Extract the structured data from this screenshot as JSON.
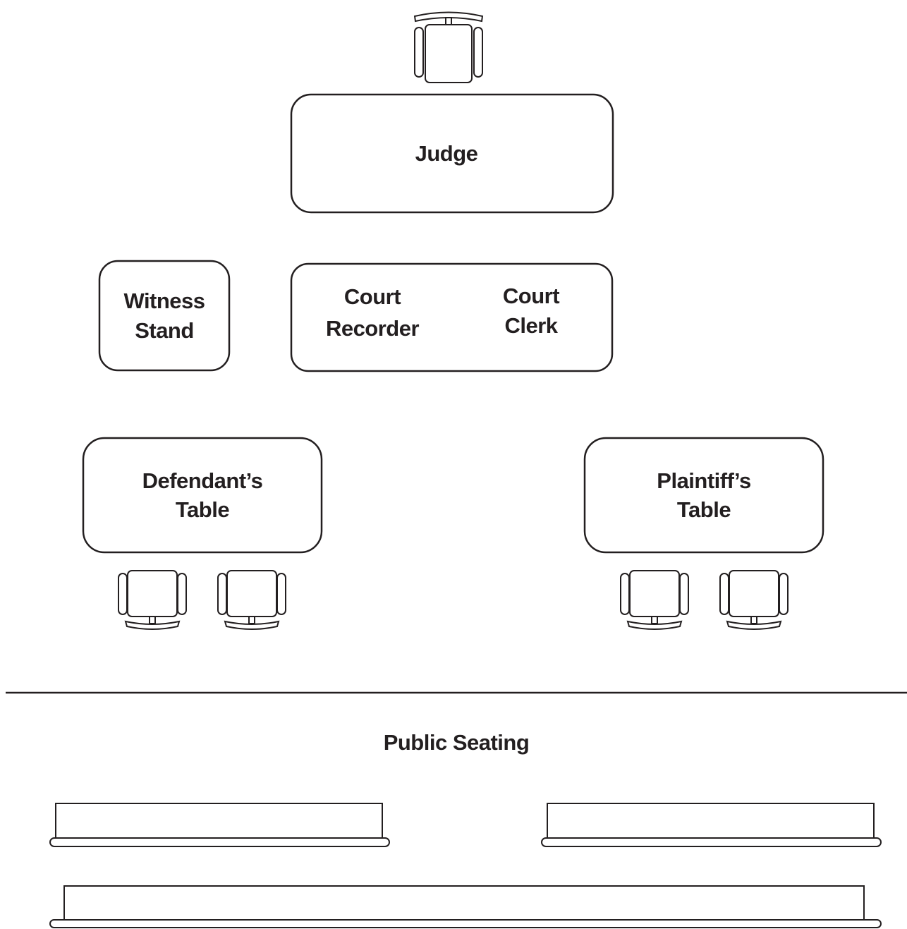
{
  "judge": {
    "label": "Judge"
  },
  "witness_stand": {
    "line1": "Witness",
    "line2": "Stand"
  },
  "court_recorder": {
    "line1": "Court",
    "line2": "Recorder"
  },
  "court_clerk": {
    "line1": "Court",
    "line2": "Clerk"
  },
  "defendant_table": {
    "line1": "Defendant’s",
    "line2": "Table"
  },
  "plaintiff_table": {
    "line1": "Plaintiff’s",
    "line2": "Table"
  },
  "public_seating": {
    "label": "Public Seating"
  },
  "colors": {
    "stroke": "#231f20",
    "background": "#ffffff"
  },
  "icons": [
    "chair-icon"
  ]
}
